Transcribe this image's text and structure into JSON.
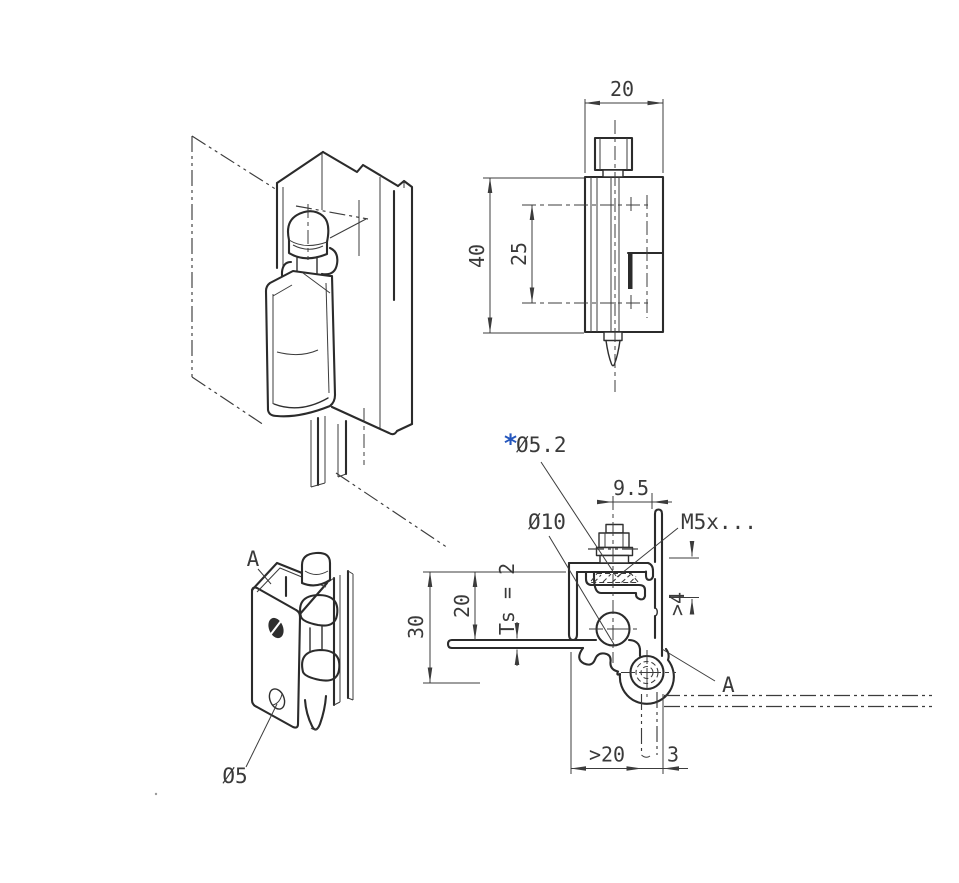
{
  "drawing": {
    "kind": "hinge technical drawing",
    "colors": {
      "line": "#2b2b2b",
      "dim": "#3c3c3c",
      "accent_star": "#2456bd",
      "background": "#ffffff"
    },
    "views": {
      "front": {
        "dim_width": "20",
        "dim_height": "40",
        "dim_pitch": "25"
      },
      "section": {
        "star": "*",
        "hole_clearance": "Ø5.2",
        "knuckle_dia": "Ø10",
        "thread": "M5x...",
        "dim_offset": "9.5",
        "dim_gap": ">4",
        "dim_total": "30",
        "dim_upper": "20",
        "sheet_thickness": "Ts = 2",
        "dim_depth": ">20",
        "dim_edge": "3",
        "section_label": "A"
      },
      "iso_part": {
        "section_label": "A",
        "pin_dia": "Ø5"
      }
    }
  }
}
